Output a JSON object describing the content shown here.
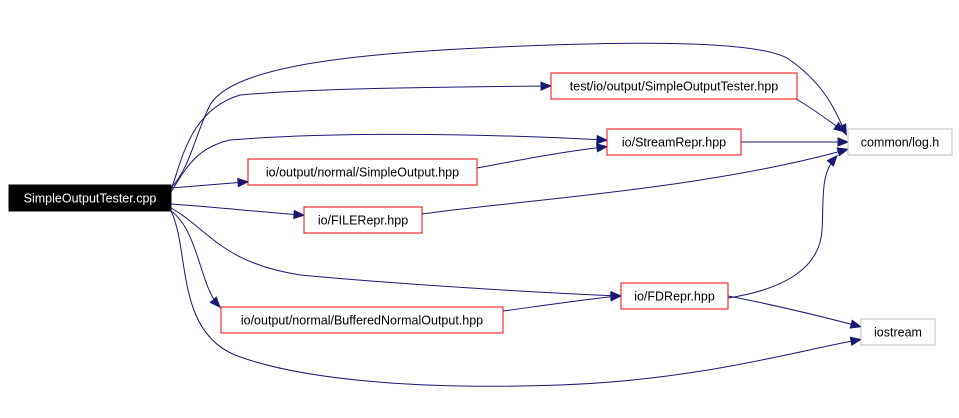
{
  "colors": {
    "edge": "#191970",
    "root_fill": "#000000",
    "root_text": "#ffffff",
    "red_border": "#ff0000",
    "gray_border": "#bfbfbf",
    "text": "#000000"
  },
  "nodes": [
    {
      "id": "simple_output_tester_cpp",
      "label": "SimpleOutputTester.cpp",
      "style": "root"
    },
    {
      "id": "test_simple_output_tester_hpp",
      "label": "test/io/output/SimpleOutputTester.hpp",
      "style": "red"
    },
    {
      "id": "stream_repr_hpp",
      "label": "io/StreamRepr.hpp",
      "style": "red"
    },
    {
      "id": "simple_output_hpp",
      "label": "io/output/normal/SimpleOutput.hpp",
      "style": "red"
    },
    {
      "id": "file_repr_hpp",
      "label": "io/FILERepr.hpp",
      "style": "red"
    },
    {
      "id": "fd_repr_hpp",
      "label": "io/FDRepr.hpp",
      "style": "red"
    },
    {
      "id": "buffered_normal_output_hpp",
      "label": "io/output/normal/BufferedNormalOutput.hpp",
      "style": "red"
    },
    {
      "id": "common_log_h",
      "label": "common/log.h",
      "style": "gray"
    },
    {
      "id": "iostream",
      "label": "iostream",
      "style": "gray"
    }
  ],
  "edges": [
    {
      "from": "simple_output_tester_cpp",
      "to": "common_log_h"
    },
    {
      "from": "simple_output_tester_cpp",
      "to": "test_simple_output_tester_hpp"
    },
    {
      "from": "simple_output_tester_cpp",
      "to": "stream_repr_hpp"
    },
    {
      "from": "simple_output_tester_cpp",
      "to": "simple_output_hpp"
    },
    {
      "from": "simple_output_tester_cpp",
      "to": "file_repr_hpp"
    },
    {
      "from": "simple_output_tester_cpp",
      "to": "fd_repr_hpp"
    },
    {
      "from": "simple_output_tester_cpp",
      "to": "buffered_normal_output_hpp"
    },
    {
      "from": "simple_output_tester_cpp",
      "to": "iostream"
    },
    {
      "from": "test_simple_output_tester_hpp",
      "to": "common_log_h"
    },
    {
      "from": "stream_repr_hpp",
      "to": "common_log_h"
    },
    {
      "from": "simple_output_hpp",
      "to": "stream_repr_hpp"
    },
    {
      "from": "file_repr_hpp",
      "to": "common_log_h"
    },
    {
      "from": "fd_repr_hpp",
      "to": "common_log_h"
    },
    {
      "from": "fd_repr_hpp",
      "to": "iostream"
    },
    {
      "from": "buffered_normal_output_hpp",
      "to": "fd_repr_hpp"
    }
  ]
}
